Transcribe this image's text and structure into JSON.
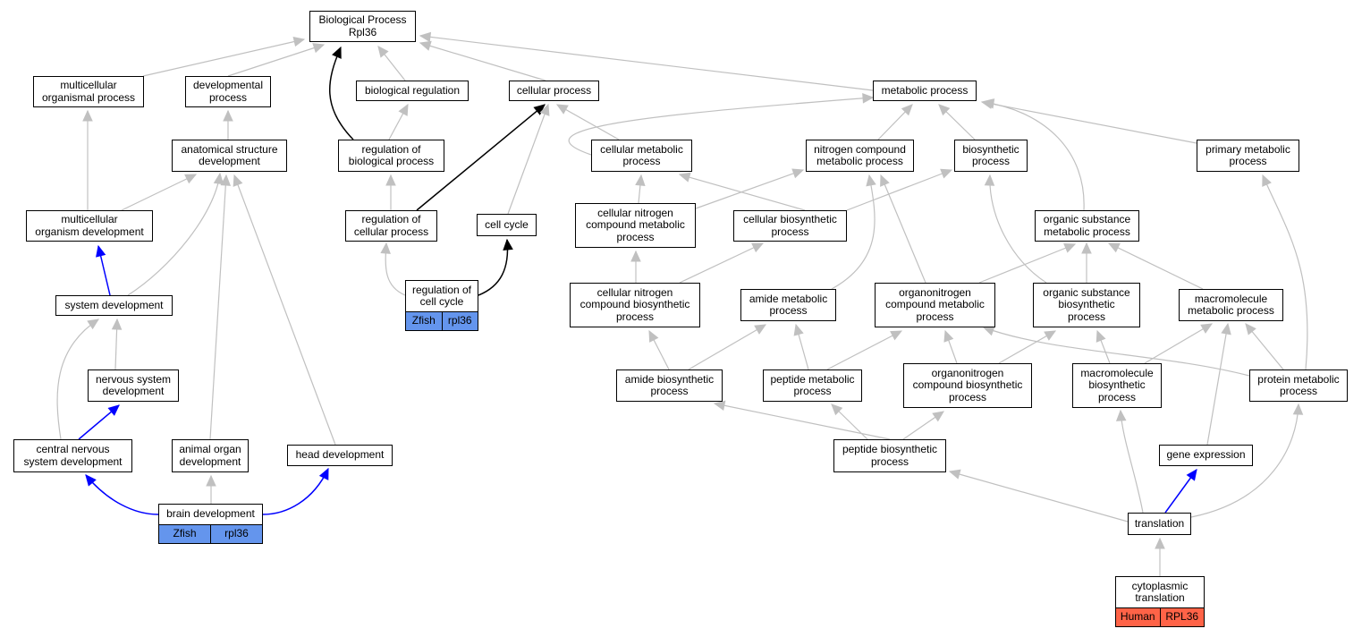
{
  "colors": {
    "gray_edge": "#c0c0c0",
    "black_edge": "#000000",
    "blue_edge": "#0000ff",
    "zfish_tag": "#6495ed",
    "human_tag": "#ff6347"
  },
  "nodes": {
    "bp": "Biological Process\nRpl36",
    "mop": "multicellular\norganismal process",
    "devp": "developmental\nprocess",
    "breg": "biological regulation",
    "cellp": "cellular process",
    "metp": "metabolic process",
    "asd": "anatomical structure\ndevelopment",
    "rbp": "regulation of\nbiological process",
    "cmp": "cellular metabolic\nprocess",
    "ncmp": "nitrogen compound\nmetabolic process",
    "bios": "biosynthetic\nprocess",
    "pmp": "primary metabolic\nprocess",
    "mod": "multicellular\norganism development",
    "rcp": "regulation of\ncellular process",
    "cc": "cell cycle",
    "cncmp": "cellular nitrogen\ncompound metabolic\nprocess",
    "cbp": "cellular biosynthetic\nprocess",
    "osmp": "organic substance\nmetabolic process",
    "sd": "system development",
    "rcc": "regulation of\ncell cycle",
    "cncbp": "cellular nitrogen\ncompound biosynthetic\nprocess",
    "amp": "amide metabolic\nprocess",
    "oncmp": "organonitrogen\ncompound metabolic\nprocess",
    "osbp": "organic substance\nbiosynthetic\nprocess",
    "mmp": "macromolecule\nmetabolic process",
    "nsd": "nervous system\ndevelopment",
    "abp": "amide biosynthetic\nprocess",
    "pepmp": "peptide metabolic\nprocess",
    "oncbp": "organonitrogen\ncompound biosynthetic\nprocess",
    "mbp": "macromolecule\nbiosynthetic\nprocess",
    "protmp": "protein metabolic\nprocess",
    "cnsd": "central nervous\nsystem development",
    "aod": "animal organ\ndevelopment",
    "hd": "head development",
    "pepbp": "peptide biosynthetic\nprocess",
    "ge": "gene expression",
    "bd": "brain development",
    "tr": "translation",
    "ct": "cytoplasmic\ntranslation"
  },
  "tags": {
    "rcc": [
      "Zfish",
      "rpl36"
    ],
    "bd": [
      "Zfish",
      "rpl36"
    ],
    "ct": [
      "Human",
      "RPL36"
    ]
  }
}
